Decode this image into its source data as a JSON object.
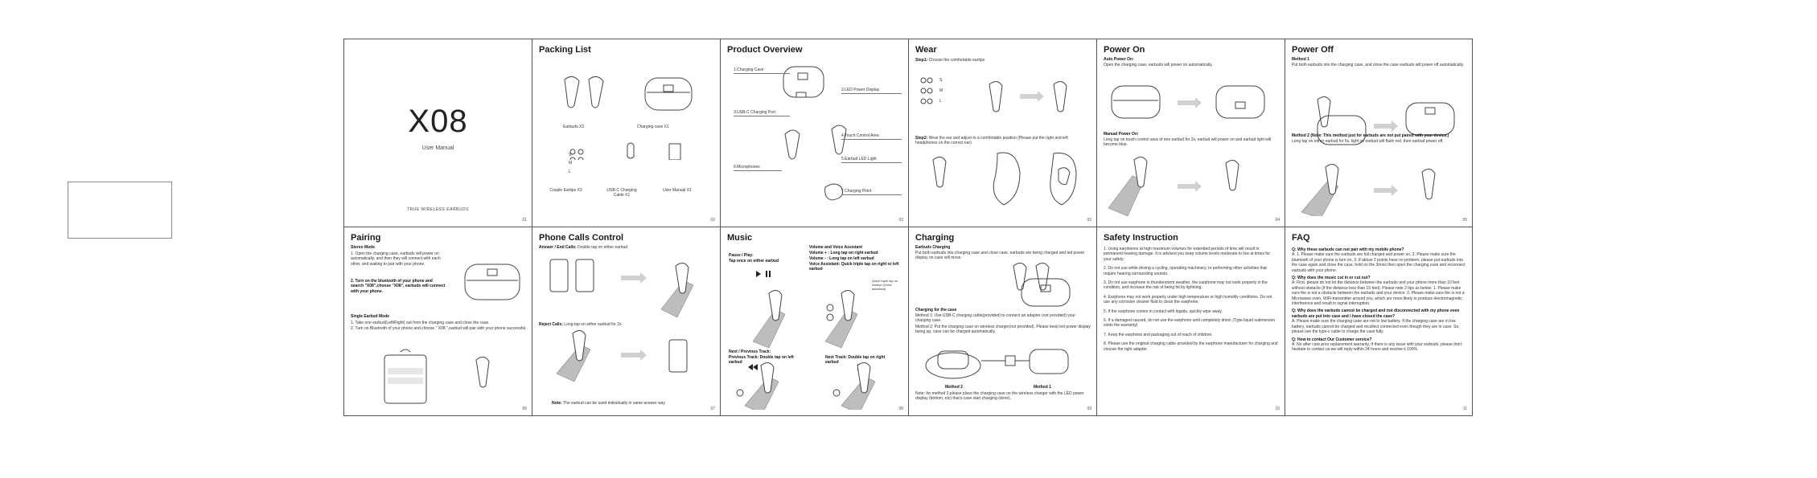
{
  "cover": {
    "model": "X08",
    "subtitle": "User Manual",
    "footer": "TRUE WIRELESS EARBUDS",
    "page": "01"
  },
  "packing": {
    "title": "Packing List",
    "earbuds": "Earbuds X2",
    "case": "Charging case X1",
    "tips": "Couple Eartips X3",
    "cable": "USB-C Charging Cable X1",
    "manual": "User Manual X1",
    "size_s": "S",
    "size_m": "M",
    "size_l": "L",
    "page": "02"
  },
  "overview": {
    "title": "Product Overview",
    "c1": "1.Charging Case",
    "c2": "2.LED Power Display",
    "c3": "3.USB-C Charging Port",
    "c4": "4.Touch Control Area",
    "c5": "5.Earbud LED Light",
    "c6": "6.Microphones",
    "c7": "7.Charging Point",
    "page": "03"
  },
  "wear": {
    "title": "Wear",
    "step1_label": "Step1:",
    "step1": "Choose the comfortable eartips",
    "step2_label": "Step2:",
    "step2": "Wear the ear and adjust to a comfortable position (Please put the right and left headphones on the correct ear)",
    "size_s": "S",
    "size_m": "M",
    "size_l": "L",
    "page": "03"
  },
  "poweron": {
    "title": "Power On",
    "auto_head": "Auto Power On:",
    "auto_text": "Open the charging case, earbuds will power on automatically.",
    "manual_head": "Manual Power On:",
    "manual_text": "Long tap on touch control area of one earbud for 2s, earbud will power on and earbud light will become blue.",
    "page": "04"
  },
  "poweroff": {
    "title": "Power Off",
    "m1_head": "Method 1",
    "m1_text": "Put both earbuds into the charging case, and close the case earbuds will power off automatically.",
    "m2_head": "Method 2",
    "m2_note": "(Note: This method just for earbuds are not put paired with your device.)",
    "m2_text": "Long tap on either earbud for 5s, light on earbud will flash red, then earbud power off.",
    "page": "05"
  },
  "pairing": {
    "title": "Pairing",
    "stereo_head": "Stereo Mode",
    "stereo1": "1. Open the charging case, earbuds will power on automatically, and then they will connect with each other, and waiting to pair with your phone.",
    "stereo2": "2. Turn on the bluetooth of your phone and search \"X08\",choose \"X08\", earbuds will connect with your phone.",
    "single_head": "Single Earbud Mode",
    "single1": "1. Take one earbud(Left/Right) out from the charging case and close the case.",
    "single2": "2. Turn on Bluetooth of your phone and choose \" X08 \",earbud will pair with your phone successful.",
    "page": "06"
  },
  "calls": {
    "title": "Phone Calls Control",
    "answer_head": "Answer / End Calls:",
    "answer": "Double tap on either earbud",
    "reject_head": "Reject Calls:",
    "reject": "Long tap on either earbud for 2s",
    "note_head": "Note:",
    "note": "The earbud can be used individually in same answer way",
    "page": "07"
  },
  "music": {
    "title": "Music",
    "play_head": "Pause / Play:",
    "play": "Tap once on either earbud",
    "vol_head": "Volume and Voice Assistant",
    "vol_up": "Volume + : Long tap on right earbud",
    "vol_down": "Volume - : Long tap on left earbud",
    "voice": "Voice Assistant: Quick triple tap on right or left earbud",
    "next_head": "Next / Previous Track:",
    "prev": "Previous Track: Double tap on left earbud",
    "next": "Next Track: Double tap on right earbud",
    "quick": "Quick triple tap on earbud (Voice assistant)",
    "page": "08"
  },
  "charging": {
    "title": "Charging",
    "earbuds_head": "Earbuds Charging",
    "earbuds_text": "Put both earbuds into charging case and close case, earbuds are being charged and led power display on case will move.",
    "case_head": "Charging for the case",
    "m1": "Method 1: Use USB-C charging cable(provided) to connect an adapter (not provided) your charging case.",
    "m2": "Method 2: Put the charging case on wireless charger(not provided). Please keep led power display being up, case can be charged automatically.",
    "label_m2": "Method 2",
    "label_m1": "Method 1",
    "note": "Note: for method 2,please place the charging case on the wireless charger with the LED power display (bottom, etc) that's case start charging (done).",
    "page": "09"
  },
  "safety": {
    "title": "Safety Instruction",
    "items": [
      "1. Using earphones at high maximum volumes for extended periods of time will result in permanent hearing damage. It is advised you keep volume levels moderate to low at times for your safety.",
      "2. Do not use while driving a cycling, operating machinery, or performing other activities that require hearing surrounding sounds.",
      "3. Do not use earphone in thunderstorm weather, the earphone may not work properly in the condition, and increase the risk of being hit by lightning.",
      "4. Earphone may not work properly under high temperature or high humidity conditions. Do not use any corrosive cleaner fluid to clean the earphone.",
      "5. If the earphone comes in contact with liquids, quickly wipe away.",
      "6. If a damaged caused, do not use the earphone until completely dried. (Type liquid submersion voids the warranty)",
      "7. Keep the earphone and packaging out of reach of children.",
      "8. Please use the original charging cable provided by the earphone manufacturer for charging and choose the right adapter."
    ],
    "page": "10"
  },
  "faq": {
    "title": "FAQ",
    "items": [
      {
        "q": "Q: Why these earbuds can not pair with my mobile phone?",
        "a": "A: 1. Please make sure the earbuds are full charged and power on. 2. Please make sure the bluetooth of your phone is turn on. 3. If above 2 points have no problem, please put earbuds into the case again and close the case, hold on the 3mins then open the charging case and reconnect earbuds with your phone."
      },
      {
        "q": "Q: Why does the music cut in or cut out?",
        "a": "A: First, please do not let the distance between the earbuds and your phone more than 10 feet without obstacle (if the distance less than 15 feet). Please note 2 tips as below: 1. Please make sure the is not a obstacle between the earbuds and your device. 2. Please make sure the is not a Microwave oven, WiFi-transmitter around you, which are more likely to produce electromagnetic interference and result in signal interruption."
      },
      {
        "q": "Q: Why does the earbuds cannot be charged and not disconnected with my phone even earbuds are put into case and i have closed the case?",
        "a": "A: Please make sure the charging case are not in low battery. If the charging case are in low battery, earbuds cannot be charged and recollect connected even though they are in case. So, please use the type-c cable to charge the case fully."
      },
      {
        "q": "Q: How to contact Our Customer service?",
        "a": "A: No after care prior replacement warranty, If there is any issue with your earbuds, please don't hesitate to contact us we will reply within 24 hours and resolve it 100%."
      }
    ],
    "page": "11"
  }
}
